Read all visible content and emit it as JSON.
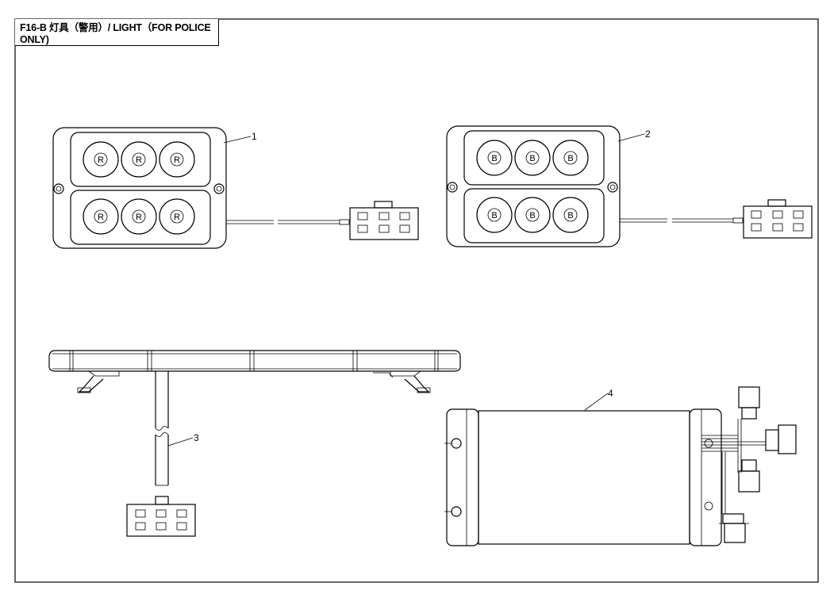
{
  "title": "F16-B 灯具（警用）/ LIGHT（FOR POLICE ONLY)",
  "parts": [
    {
      "number": "1",
      "lamp_letter": "R"
    },
    {
      "number": "2",
      "lamp_letter": "B"
    },
    {
      "number": "3"
    },
    {
      "number": "4"
    }
  ]
}
